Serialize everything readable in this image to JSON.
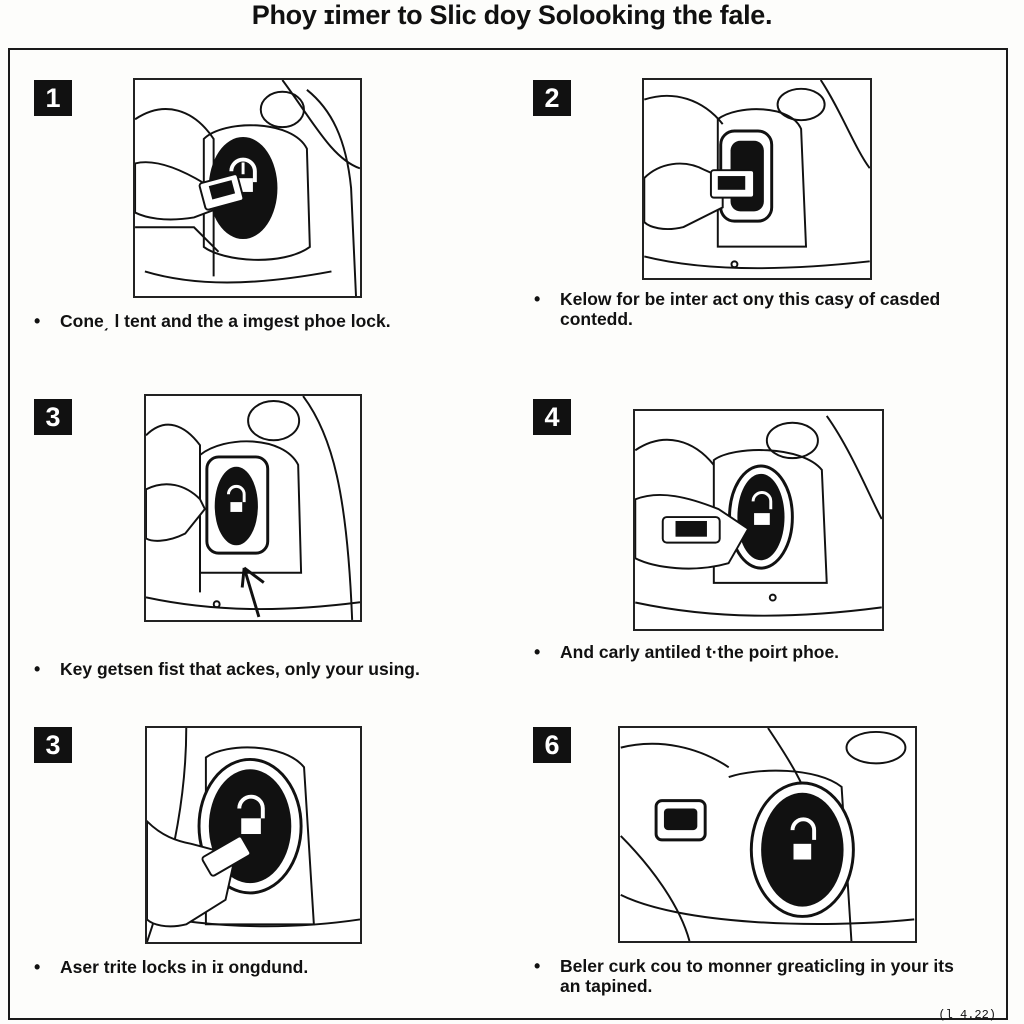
{
  "title": "Phoy ɪimer to Slic doy Solooking the fale.",
  "steps": [
    {
      "number": "1",
      "caption": "Cone͵ l tent and the a imgest phoe lock."
    },
    {
      "number": "2",
      "caption_line1": "Kelow for be inter act ony this casy of casded",
      "caption_line2": "contedd."
    },
    {
      "number": "3",
      "caption": "Key getsen fist that ackes, only your using."
    },
    {
      "number": "4",
      "caption": "And carly antiled t·the poirt phoe."
    },
    {
      "number": "3",
      "caption": "Aser trite locks in iɪ ongdund."
    },
    {
      "number": "6",
      "caption_line1": "Beler curk cou to monner greaticling in your its",
      "caption_line2": "an tapined."
    }
  ],
  "footer": "(l 4.22)",
  "icons": [
    "lock-icon",
    "key-fob-icon",
    "hand-icon",
    "arrow-icon"
  ]
}
